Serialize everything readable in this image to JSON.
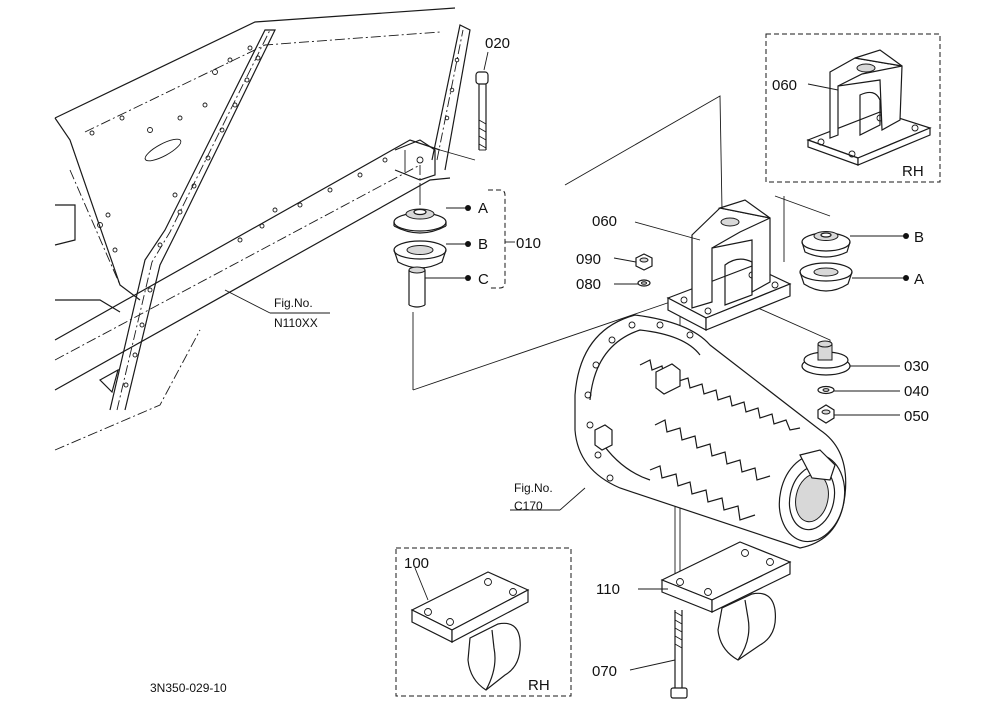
{
  "labels": {
    "p020": "020",
    "p010": "010",
    "pA_left": "A",
    "pB_left": "B",
    "pC_left": "C",
    "p060_box": "060",
    "rh_top": "RH",
    "p060": "060",
    "p090": "090",
    "p080": "080",
    "pB_right": "B",
    "pA_right": "A",
    "p030": "030",
    "p040": "040",
    "p050": "050",
    "fig_n110_a": "Fig.No.",
    "fig_n110_b": "N110XX",
    "fig_c170_a": "Fig.No.",
    "fig_c170_b": "C170",
    "p100": "100",
    "rh_bottom": "RH",
    "p110": "110",
    "p070": "070",
    "drawing_number": "3N350-029-10"
  }
}
